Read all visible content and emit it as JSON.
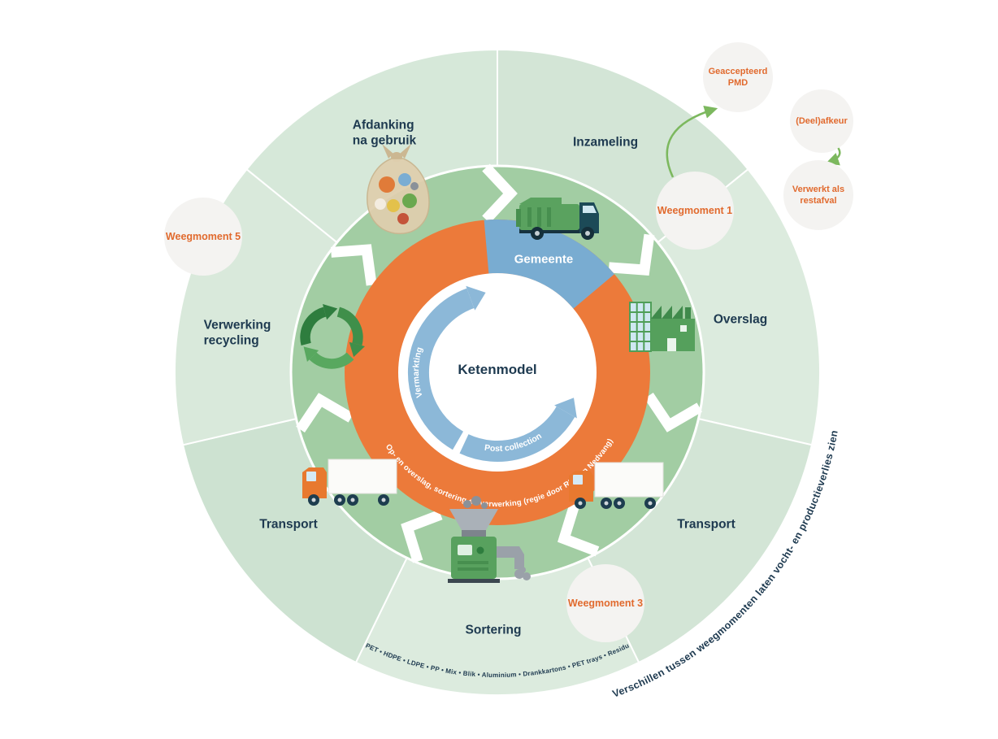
{
  "colors": {
    "orange": "#ec7a3a",
    "ring_green": "#a2cda3",
    "outer_green_light": "#d8e9da",
    "blue_segment": "#79acd1",
    "blue_arrows": "#8cb8d8",
    "navy_text": "#1e3a50",
    "callout_orange": "#e16a2e",
    "circle_gray": "#f4f3f1",
    "arrow_green": "#7cb85e"
  },
  "center": {
    "title": "Ketenmodel",
    "segment_label": "Gemeente",
    "ring_text": "Op- en overslag, sortering en verwerking (regie door RKN en Nedvang)",
    "arrow_label_left": "Vermarkting",
    "arrow_label_bottom": "Post collection"
  },
  "stages": [
    {
      "label": "Afdanking\nna gebruik"
    },
    {
      "label": "Inzameling"
    },
    {
      "label": "Overslag"
    },
    {
      "label": "Transport"
    },
    {
      "label": "Sortering"
    },
    {
      "label": "Transport"
    },
    {
      "label": "Verwerking\nrecycling"
    }
  ],
  "weegmomenten": {
    "m1": "Weegmoment 1",
    "m3": "Weegmoment 3",
    "m5": "Weegmoment 5"
  },
  "callouts": {
    "accepted": "Geaccepteerd\nPMD",
    "rejected": "(Deel)afkeur",
    "residual": "Verwerkt als\nrestafval"
  },
  "materials_text": "PET • HDPE • LDPE • PP • Mix • Blik • Aluminium • Drankkartons • PET trays • Residu",
  "outer_note": "Verschillen tussen weegmomenten laten vocht- en productieverlies zien",
  "icons": [
    "waste-bag-icon",
    "garbage-truck-icon",
    "factory-icon",
    "recycling-arrows-icon",
    "transport-truck-icon",
    "sorting-machine-icon"
  ]
}
